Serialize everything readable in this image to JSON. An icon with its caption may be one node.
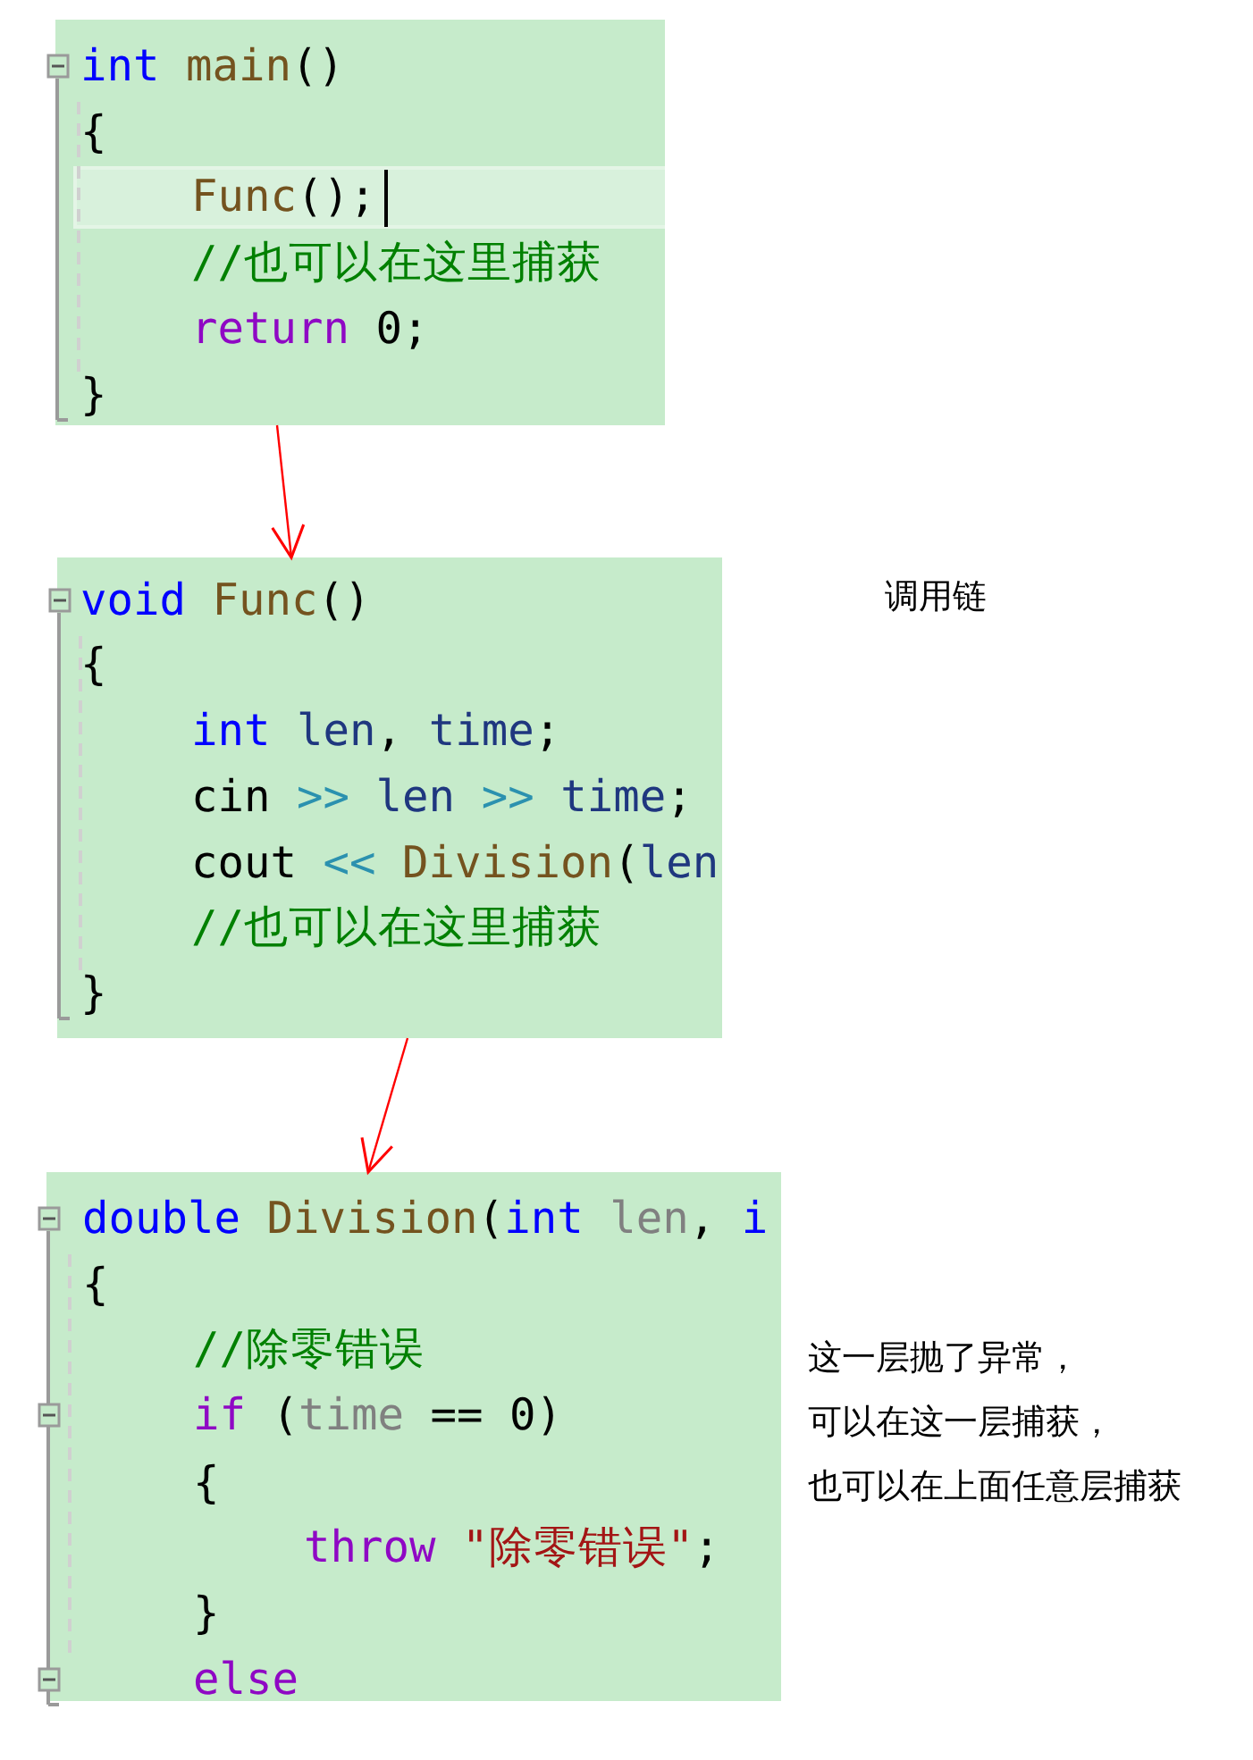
{
  "diagram": {
    "nodes": [
      {
        "text": [
          "int main()",
          "{",
          "Func();",
          "//也可以在这里捕获",
          "return 0;",
          "}"
        ]
      },
      {
        "text": [
          "void Func()",
          "{",
          "int len, time;",
          "cin >> len >> time;",
          "cout << Division(len",
          "//也可以在这里捕获",
          "}"
        ]
      },
      {
        "text": [
          "double Division(int len, i",
          "{",
          "//除零错误",
          "if (time == 0)",
          "{",
          "throw \"除零错误\";",
          "}",
          "else"
        ]
      }
    ],
    "edges": [
      {
        "from": 0,
        "to": 1,
        "arrow": "to"
      },
      {
        "from": 1,
        "to": 2,
        "arrow": "to"
      }
    ],
    "labels": [
      "调用链",
      "这一层抛了异常，",
      "可以在这一层捕获，",
      "也可以在上面任意层捕获"
    ]
  }
}
